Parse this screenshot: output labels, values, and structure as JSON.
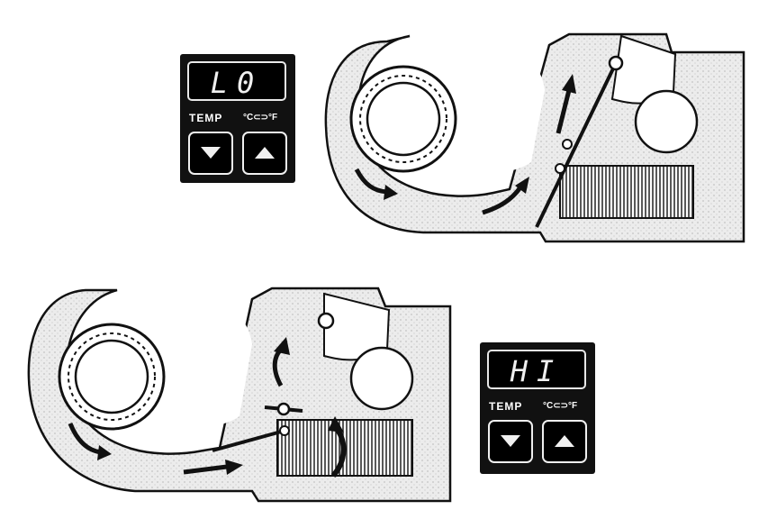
{
  "control_panels": [
    {
      "display": "L0",
      "temp_label": "TEMP",
      "unit_toggle": "°C⊂⊃°F",
      "down_button_icon": "triangle-down-icon",
      "up_button_icon": "triangle-up-icon"
    },
    {
      "display": "HI",
      "temp_label": "TEMP",
      "unit_toggle": "°C⊂⊃°F",
      "down_button_icon": "triangle-down-icon",
      "up_button_icon": "triangle-up-icon"
    }
  ],
  "colors": {
    "ink": "#111111",
    "housing_fill": "#e6e6e6",
    "panel": "#111111",
    "display_text": "#f0f0f0"
  }
}
